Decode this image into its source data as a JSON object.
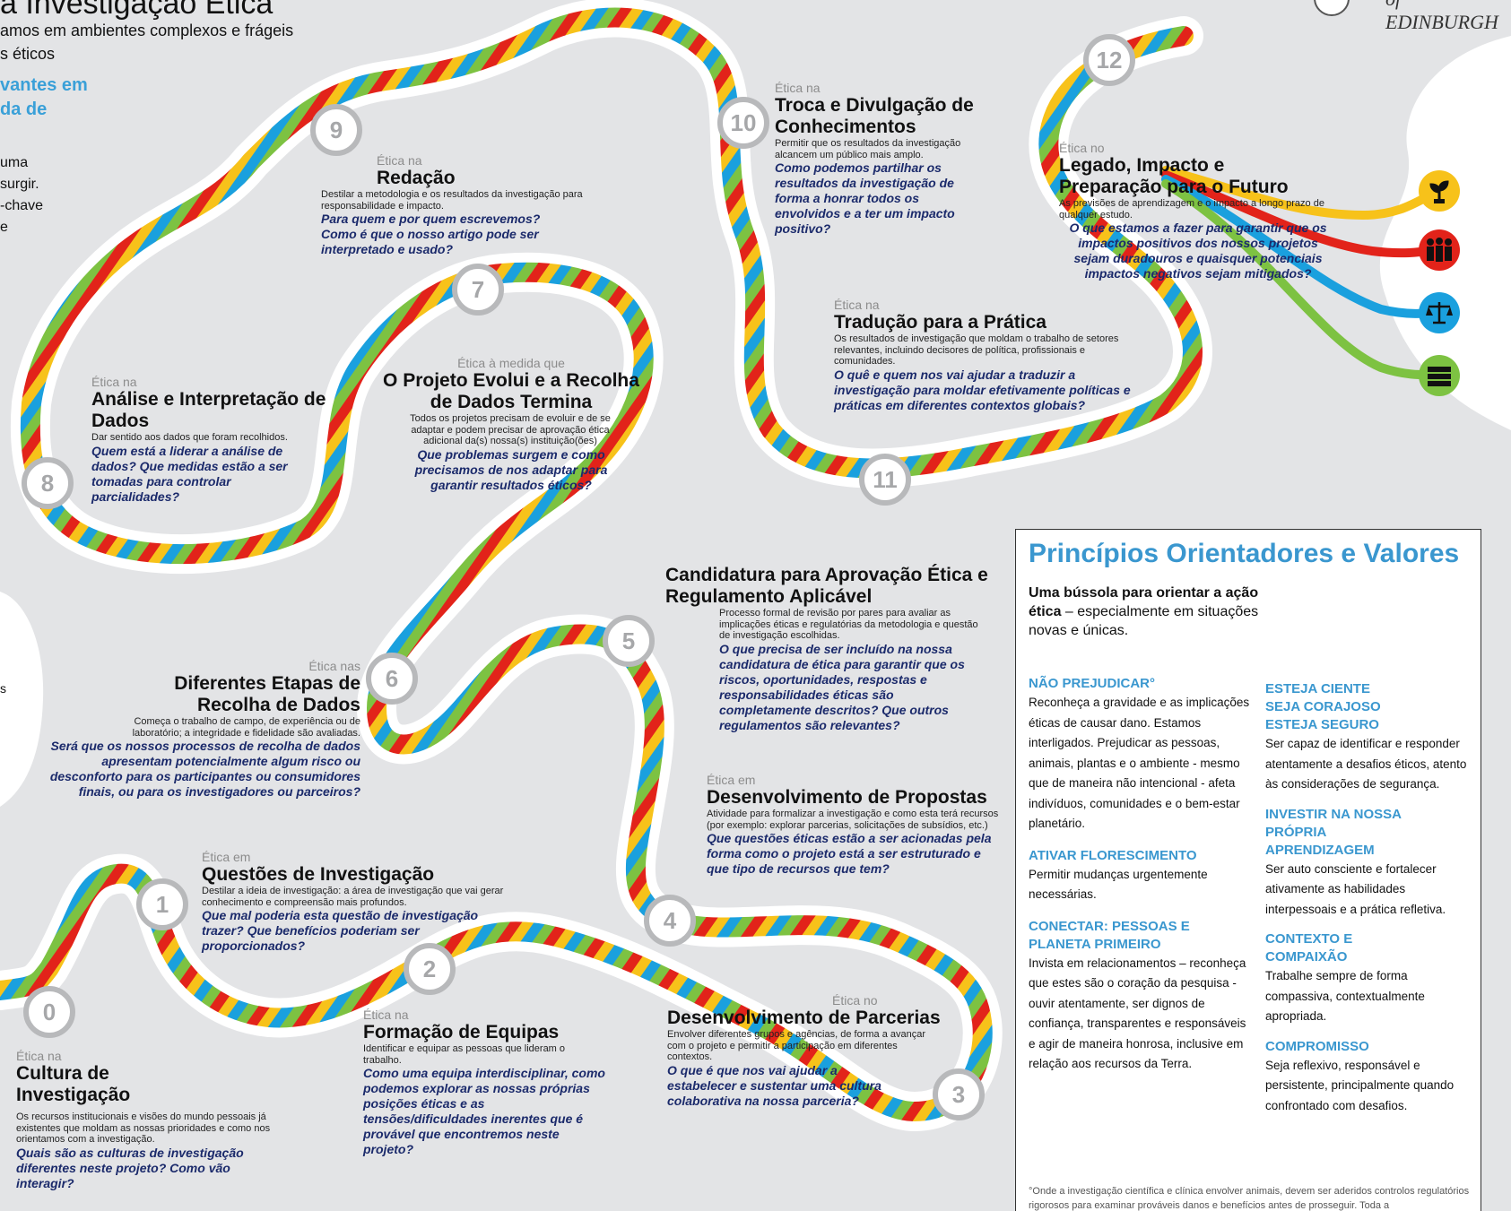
{
  "header": {
    "title_fragment": "a Investigação Ética",
    "intro_line1": "amos em ambientes complexos e frágeis",
    "intro_line2": "s éticos",
    "intro_blue1": "vantes em",
    "intro_blue2": "da de",
    "side_line1": "uma",
    "side_line2": "surgir.",
    "side_line3": "-chave",
    "side_line4": "e",
    "side_small": "s",
    "logo_text": "of EDINBURGH"
  },
  "stages": [
    {
      "num": "0",
      "prefix": "Ética na",
      "title": "Cultura de Investigação",
      "desc": "Os recursos institucionais e visões do mundo pessoais já existentes que moldam as nossas prioridades e como nos orientamos com a investigação.",
      "question": "Quais são as culturas de investigação diferentes neste projeto? Como vão interagir?"
    },
    {
      "num": "1",
      "prefix": "Ética em",
      "title": "Questões de Investigação",
      "desc": "Destilar a ideia de investigação: a área de investigação que vai gerar conhecimento e compreensão mais profundos.",
      "question": "Que mal poderia esta questão de investigação trazer? Que benefícios poderiam ser proporcionados?"
    },
    {
      "num": "2",
      "prefix": "Ética na",
      "title": "Formação de Equipas",
      "desc": "Identificar e equipar as pessoas que lideram o trabalho.",
      "question": "Como uma equipa interdisciplinar, como podemos explorar as nossas próprias posições éticas e as tensões/dificuldades inerentes que é provável que encontremos neste projeto?"
    },
    {
      "num": "3",
      "prefix": "Ética no",
      "title": "Desenvolvimento de Parcerias",
      "desc": "Envolver diferentes grupos e agências, de forma a avançar com o projeto e permitir a participação em diferentes contextos.",
      "question": "O que é que nos vai ajudar a estabelecer e sustentar uma cultura colaborativa na nossa parceria?"
    },
    {
      "num": "4",
      "prefix": "Ética em",
      "title": "Desenvolvimento de Propostas",
      "desc": "Atividade para formalizar a investigação e como esta terá recursos (por exemplo: explorar parcerias, solicitações de subsídios, etc.)",
      "question": "Que questões éticas estão a ser acionadas pela forma como o projeto está a ser estruturado e que tipo de recursos que tem?"
    },
    {
      "num": "5",
      "prefix": "",
      "title": "Candidatura para Aprovação Ética e Regulamento Aplicável",
      "desc": "Processo formal de revisão por pares para avaliar as implicações éticas e regulatórias da metodologia e questão de investigação escolhidas.",
      "question": "O que precisa de ser incluído na nossa candidatura de ética para garantir que os riscos, oportunidades, respostas e responsabilidades éticas são completamente descritos? Que outros regulamentos são relevantes?"
    },
    {
      "num": "6",
      "prefix": "Ética nas",
      "title": "Diferentes Etapas de Recolha de Dados",
      "desc": "Começa o trabalho de campo, de experiência ou de laboratório; a integridade e fidelidade são avaliadas.",
      "question": "Será que os nossos processos de recolha de dados apresentam potencialmente algum risco ou desconforto para os participantes ou consumidores finais, ou para os investigadores ou parceiros?"
    },
    {
      "num": "7",
      "prefix": "Ética à medida que",
      "title": "O Projeto Evolui e a Recolha de Dados Termina",
      "desc": "Todos os projetos precisam de evoluir e de se adaptar e podem precisar de aprovação ética adicional da(s) nossa(s) instituição(ões)",
      "question": "Que problemas surgem e como precisamos de nos adaptar para garantir resultados éticos?"
    },
    {
      "num": "8",
      "prefix": "Ética na",
      "title": "Análise e Interpretação de Dados",
      "desc": "Dar sentido aos dados que foram recolhidos.",
      "question": "Quem está a liderar a análise de dados? Que medidas estão a ser tomadas para controlar parcialidades?"
    },
    {
      "num": "9",
      "prefix": "Ética na",
      "title": "Redação",
      "desc": "Destilar a metodologia e os resultados da investigação para responsabilidade e impacto.",
      "question": "Para quem e por quem escrevemos? Como é que o nosso artigo pode ser interpretado e usado?"
    },
    {
      "num": "10",
      "prefix": "Ética na",
      "title": "Troca e Divulgação de Conhecimentos",
      "desc": "Permitir que os resultados da investigação alcancem um público mais amplo.",
      "question": "Como podemos partilhar os resultados da investigação de forma a honrar todos os envolvidos e a ter um impacto positivo?"
    },
    {
      "num": "11",
      "prefix": "Ética na",
      "title": "Tradução para a Prática",
      "desc": "Os resultados de investigação que moldam o trabalho de setores relevantes, incluindo decisores de política, profissionais e comunidades.",
      "question": "O quê e quem nos vai ajudar a traduzir a investigação para moldar efetivamente políticas e práticas em diferentes contextos globais?"
    },
    {
      "num": "12",
      "prefix": "Ética no",
      "title": "Legado, Impacto e Preparação para o Futuro",
      "desc": "As previsões de aprendizagem e o impacto a longo prazo de qualquer estudo.",
      "question": "O que estamos a fazer para garantir que os impactos positivos dos nossos projetos sejam duradouros e quaisquer potenciais impactos negativos sejam mitigados?"
    }
  ],
  "principles": {
    "title": "Princípios Orientadores e Valores",
    "intro_bold": "Uma bússola para orientar a ação ética",
    "intro_rest": " – especialmente em situações novas e únicas.",
    "left": [
      {
        "head": "NÃO PREJUDICAR°",
        "text": "Reconheça a gravidade e as implicações éticas de causar dano. Estamos interligados. Prejudicar as pessoas, animais, plantas e o ambiente - mesmo que de maneira não intencional - afeta indivíduos, comunidades e o bem-estar planetário."
      },
      {
        "head": "ATIVAR FLORESCIMENTO",
        "text": "Permitir mudanças urgentemente necessárias."
      },
      {
        "head": "CONECTAR: PESSOAS E PLANETA PRIMEIRO",
        "text": "Invista em relacionamentos – reconheça que estes são o coração da pesquisa - ouvir atentamente, ser dignos de confiança, transparentes e responsáveis e agir de maneira honrosa, inclusive em relação aos recursos da Terra."
      }
    ],
    "right": [
      {
        "head": "ESTEJA CIENTE SEJA CORAJOSO ESTEJA SEGURO",
        "text": "Ser capaz de identificar e responder atentamente a desafios éticos, atento às considerações de segurança."
      },
      {
        "head": "INVESTIR NA NOSSA PRÓPRIA APRENDIZAGEM",
        "text": "Ser auto consciente e fortalecer ativamente as habilidades interpessoais e a prática refletiva."
      },
      {
        "head": "CONTEXTO E COMPAIXÃO",
        "text": "Trabalhe sempre de forma compassiva, contextualmente apropriada."
      },
      {
        "head": "COMPROMISSO",
        "text": "Seja reflexivo, responsável e persistente, principalmente quando confrontado com desafios."
      }
    ],
    "footnote": "°Onde a investigação científica e clínica envolver animais, devem ser aderidos controlos regulatórios rigorosos para examinar prováveis danos e benefícios antes de prosseguir. Toda a"
  },
  "icons": [
    "plant-icon",
    "people-icon",
    "scales-icon",
    "books-icon"
  ],
  "colors": {
    "blue": "#3a97cf",
    "navy": "#1b2a6b",
    "yellow": "#f7c21a",
    "red": "#e2231a",
    "lightblue": "#1aa0de",
    "green": "#7dc242"
  }
}
